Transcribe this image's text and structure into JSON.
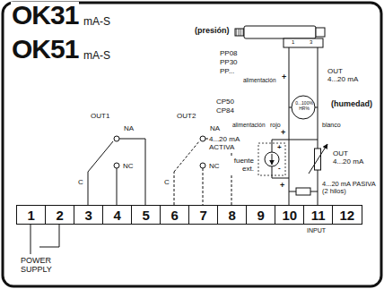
{
  "diagram": {
    "nodes": [
      {
        "text": [
          "1"
        ]
      },
      {
        "text": [
          "2"
        ]
      },
      {
        "text": [
          "3"
        ]
      },
      {
        "text": [
          "4"
        ]
      },
      {
        "text": [
          "5"
        ]
      },
      {
        "text": [
          "6"
        ]
      },
      {
        "text": [
          "7"
        ]
      },
      {
        "text": [
          "8"
        ]
      },
      {
        "text": [
          "9"
        ]
      },
      {
        "text": [
          "10"
        ]
      },
      {
        "text": [
          "11"
        ]
      },
      {
        "text": [
          "12"
        ]
      }
    ],
    "labels": [
      "OK31",
      "mA-S",
      "OK51",
      "mA-S",
      "(presión)",
      "PP08",
      "PP30",
      "PP...",
      "alimentación",
      "+",
      "1",
      "3",
      "OUT 4...20 mA",
      "CP50",
      "CP84",
      "(humedad)",
      "0...100% HR%",
      "alimentación",
      "rojo",
      "blanco",
      "+",
      "4...20 mA ACTIVA",
      "fuente ext.",
      "+",
      "-",
      "OUT 4...20 mA",
      "4...20 mA PASIVA (2 hilos)",
      "+",
      "OUT1",
      "NA",
      "NC",
      "C",
      "OUT2",
      "NA",
      "NC",
      "C",
      "INPUT",
      "POWER SUPPLY"
    ]
  }
}
